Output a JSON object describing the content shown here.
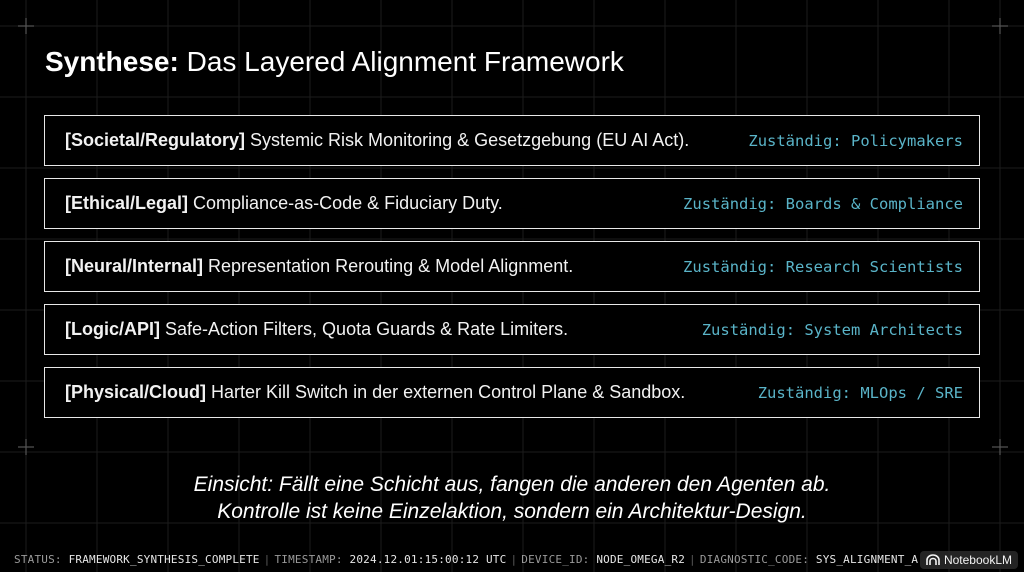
{
  "title": {
    "bold": "Synthese:",
    "rest": " Das Layered Alignment Framework"
  },
  "layers": [
    {
      "tag": "[Societal/Regulatory]",
      "text": " Systemic Risk Monitoring & Gesetzgebung (EU AI Act).",
      "owner": "Zuständig: Policymakers"
    },
    {
      "tag": "[Ethical/Legal]",
      "text": " Compliance-as-Code & Fiduciary Duty.",
      "owner": "Zuständig: Boards & Compliance"
    },
    {
      "tag": "[Neural/Internal]",
      "text": " Representation Rerouting & Model Alignment.",
      "owner": "Zuständig: Research Scientists"
    },
    {
      "tag": "[Logic/API]",
      "text": " Safe-Action Filters, Quota Guards & Rate Limiters.",
      "owner": "Zuständig: System Architects"
    },
    {
      "tag": "[Physical/Cloud]",
      "text": " Harter Kill Switch in der externen Control Plane & Sandbox.",
      "owner": "Zuständig: MLOps / SRE"
    }
  ],
  "insight": {
    "line1": "Einsicht: Fällt eine Schicht aus, fangen die anderen den Agenten ab.",
    "line2": "Kontrolle ist keine Einzelaktion, sondern ein Architektur-Design."
  },
  "statusbar": {
    "status_label": "STATUS:",
    "status_value": "FRAMEWORK_SYNTHESIS_COMPLETE",
    "timestamp_label": "TIMESTAMP:",
    "timestamp_value": "2024.12.01:15:00:12 UTC",
    "device_label": "DEVICE_ID:",
    "device_value": "NODE_OMEGA_R2",
    "diag_label": "DIAGNOSTIC_CODE:",
    "diag_value": "SYS_ALIGNMENT_A"
  },
  "watermark": {
    "label": "NotebookLM",
    "icon": "notebooklm-logo-icon"
  },
  "colors": {
    "background": "#000000",
    "owner_accent": "#5ab4c8",
    "box_border": "#e8e8e8",
    "status_text": "#9a9a9a"
  }
}
